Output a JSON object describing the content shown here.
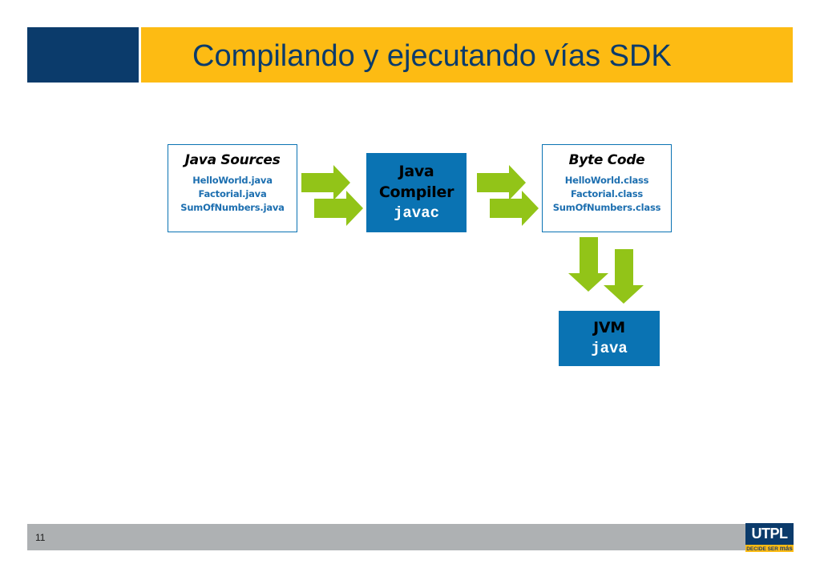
{
  "colors": {
    "navy": "#0b3b6b",
    "gold": "#fdbb13",
    "blue": "#0a73b3",
    "green": "#92c418",
    "footer_gray": "#aeb1b3",
    "filename_blue": "#1d6fb0"
  },
  "header": {
    "title": "Compilando y ejecutando vías SDK"
  },
  "diagram": {
    "sources": {
      "heading": "Java Sources",
      "files": [
        "HelloWorld.java",
        "Factorial.java",
        "SumOfNumbers.java"
      ]
    },
    "compiler": {
      "line1": "Java",
      "line2": "Compiler",
      "command": "javac"
    },
    "bytecode": {
      "heading": "Byte Code",
      "files": [
        "HelloWorld.class",
        "Factorial.class",
        "SumOfNumbers.class"
      ]
    },
    "jvm": {
      "label": "JVM",
      "command": "java"
    },
    "arrows": [
      "green-arrow-icon",
      "green-arrow-icon",
      "green-arrow-icon",
      "green-arrow-icon",
      "green-arrow-icon",
      "green-arrow-icon"
    ]
  },
  "footer": {
    "page_number": "11",
    "logo": {
      "name": "UTPL",
      "tagline_prefix": "DECIDE SER",
      "tagline_emphasis": "más"
    }
  }
}
